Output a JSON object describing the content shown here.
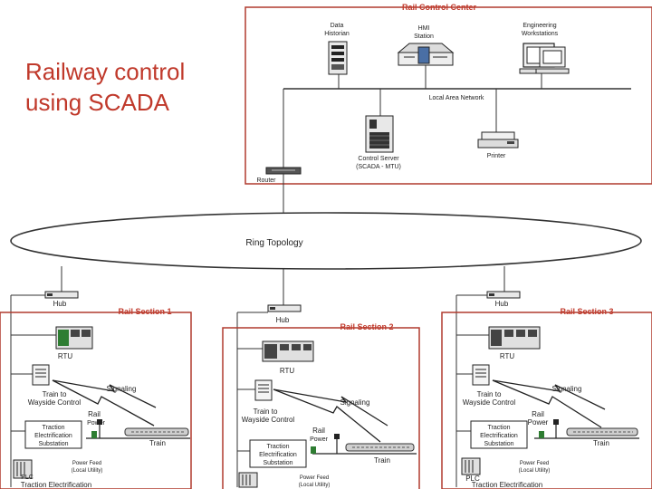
{
  "slide": {
    "title_line1": "Railway control",
    "title_line2": "using SCADA"
  },
  "control_center": {
    "title": "Rail Control Center",
    "data_historian": [
      "Data",
      "Historian"
    ],
    "hmi_station": [
      "HMI",
      "Station"
    ],
    "engineering_workstations": [
      "Engineering",
      "Workstations"
    ],
    "lan": "Local Area Network",
    "control_server": [
      "Control Server",
      "(SCADA - MTU)"
    ],
    "printer": "Printer",
    "router": "Router"
  },
  "ring": {
    "label": "Ring Topology"
  },
  "sections": [
    {
      "hub": "Hub",
      "title": "Rail Section 1",
      "rtu": "RTU",
      "signaling": "Signaling",
      "wayside": [
        "Train to",
        "Wayside Control"
      ],
      "rail_power": [
        "Rail",
        "Power"
      ],
      "train": "Train",
      "substation": [
        "Traction",
        "Electrification",
        "Substation"
      ],
      "bottom_left": [
        "PLC"
      ],
      "bottom_right": [
        "Power Feed",
        "(Local Utility)"
      ],
      "bottom_caption": "Traction Electrification"
    },
    {
      "hub": "Hub",
      "title": "Rail Section 2",
      "rtu": "RTU",
      "signaling": "Signaling",
      "wayside": [
        "Train to",
        "Wayside Control"
      ],
      "rail_power": [
        "Rail",
        "Power"
      ],
      "train": "Train",
      "substation": [
        "Traction",
        "Electrification",
        "Substation"
      ],
      "bottom_left": [],
      "bottom_right": [
        "Power Feed",
        "(Local Utility)"
      ],
      "bottom_caption": ""
    },
    {
      "hub": "Hub",
      "title": "Rail Section 3",
      "rtu": "RTU",
      "signaling": "Signaling",
      "wayside": [
        "Train to",
        "Wayside Control"
      ],
      "rail_power": [
        "Rail",
        "Power"
      ],
      "train": "Train",
      "substation": [
        "Traction",
        "Electrification",
        "Substation"
      ],
      "bottom_left": [
        "PLC"
      ],
      "bottom_right": [
        "Power Feed",
        "(Local Utility)"
      ],
      "bottom_caption": "Traction Electrification"
    }
  ],
  "colors": {
    "title": "#c0392b",
    "frame": "#b03a2e",
    "line": "#333333"
  }
}
